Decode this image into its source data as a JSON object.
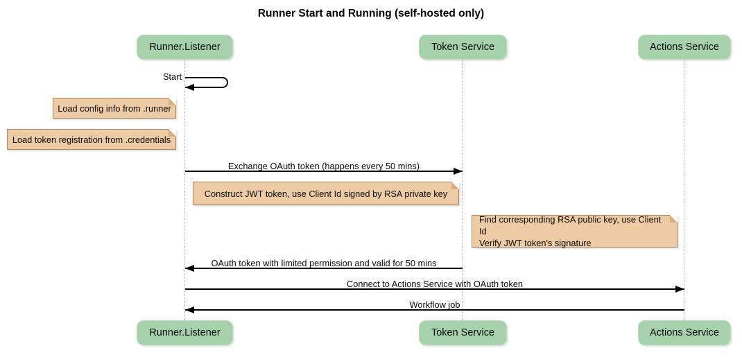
{
  "title": "Runner Start and Running (self-hosted only)",
  "diagram_type": "sequence",
  "participants": [
    {
      "id": "runner-listener",
      "name": "Runner.Listener"
    },
    {
      "id": "token-service",
      "name": "Token Service"
    },
    {
      "id": "actions-service",
      "name": "Actions Service"
    }
  ],
  "messages": [
    {
      "label": "Start",
      "from": "Runner.Listener",
      "to": "Runner.Listener",
      "type": "self"
    },
    {
      "label": "Exchange OAuth token (happens every 50 mins)",
      "from": "Runner.Listener",
      "to": "Token Service",
      "type": "solid"
    },
    {
      "label": "OAuth token with limited permission and valid for 50 mins",
      "from": "Token Service",
      "to": "Runner.Listener",
      "type": "solid"
    },
    {
      "label": "Connect to Actions Service with OAuth token",
      "from": "Runner.Listener",
      "to": "Actions Service",
      "type": "solid"
    },
    {
      "label": "Workflow job",
      "from": "Actions Service",
      "to": "Runner.Listener",
      "type": "solid"
    }
  ],
  "notes": [
    {
      "text": "Load config info from .runner",
      "position": "left of Runner.Listener"
    },
    {
      "text": "Load token registration from .credentials",
      "position": "left of Runner.Listener"
    },
    {
      "text": "Construct JWT token, use Client Id signed by RSA private key",
      "position": "between Runner.Listener and Token Service"
    },
    {
      "text": "Find corresponding RSA public key, use Client Id\nVerify JWT token's signature",
      "position": "left of Actions Service"
    }
  ],
  "colors": {
    "participant_fill": "#a6d1ab",
    "participant_border": "#b9dcbd",
    "note_fill": "#edcba4",
    "note_border": "#ae825a",
    "note_fold": "#d9ad7c",
    "lifeline": "#bcbcbc",
    "arrow": "#000000"
  }
}
